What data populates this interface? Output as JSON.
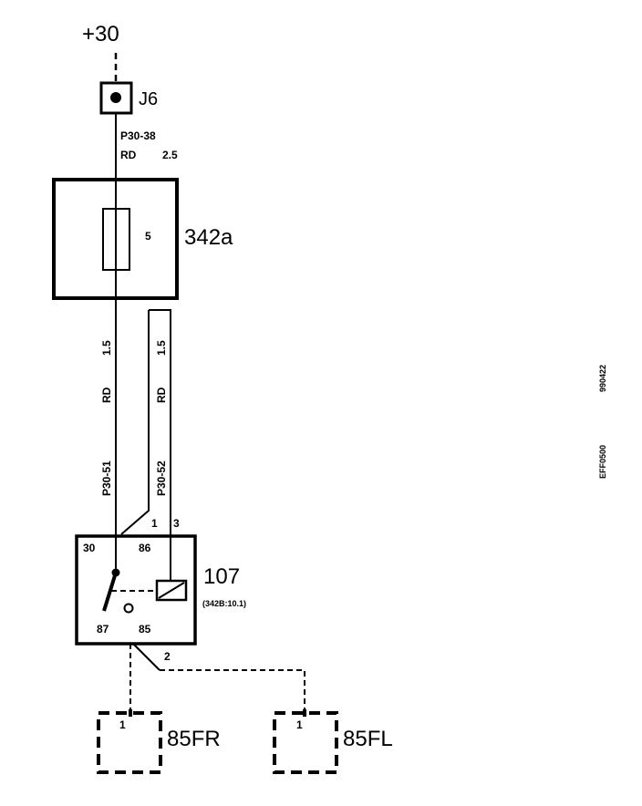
{
  "supply": {
    "label": "+30"
  },
  "junction": {
    "label": "J6"
  },
  "wire_top": {
    "code": "P30-38",
    "color": "RD",
    "size": "2.5"
  },
  "fuse_box": {
    "label": "342a",
    "fuse_number": "5"
  },
  "wire_left": {
    "code": "P30-51",
    "color": "RD",
    "size": "1.5"
  },
  "wire_right": {
    "code": "P30-52",
    "color": "RD",
    "size": "1.5"
  },
  "relay": {
    "label": "107",
    "ref": "(342B:10.1)",
    "pin_30": "30",
    "pin_86": "86",
    "pin_87": "87",
    "pin_85": "85",
    "conn_1": "1",
    "conn_3": "3",
    "conn_2": "2"
  },
  "connector_fr": {
    "label": "85FR",
    "pin": "1"
  },
  "connector_fl": {
    "label": "85FL",
    "pin": "1"
  },
  "side_codes": {
    "date": "990422",
    "id": "EFF0500"
  },
  "colors": {
    "line": "#000000",
    "background": "#ffffff"
  }
}
